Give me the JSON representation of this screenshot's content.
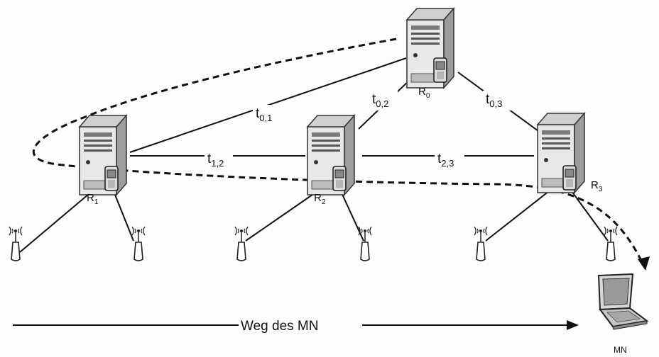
{
  "routers": {
    "r0": {
      "label": "R",
      "sub": "0"
    },
    "r1": {
      "label": "R",
      "sub": "1"
    },
    "r2": {
      "label": "R",
      "sub": "2"
    },
    "r3": {
      "label": "R",
      "sub": "3"
    }
  },
  "links": {
    "t01": {
      "label": "t",
      "sub": "0,1"
    },
    "t02": {
      "label": "t",
      "sub": "0,2"
    },
    "t03": {
      "label": "t",
      "sub": "0,3"
    },
    "t12": {
      "label": "t",
      "sub": "1,2"
    },
    "t23": {
      "label": "t",
      "sub": "2,3"
    }
  },
  "path_label": "Weg des MN",
  "mobile_node": "MN",
  "icons": {
    "router": "server-tower-icon",
    "phone": "mobile-phone-icon",
    "antenna": "antenna-icon",
    "laptop": "laptop-icon"
  }
}
